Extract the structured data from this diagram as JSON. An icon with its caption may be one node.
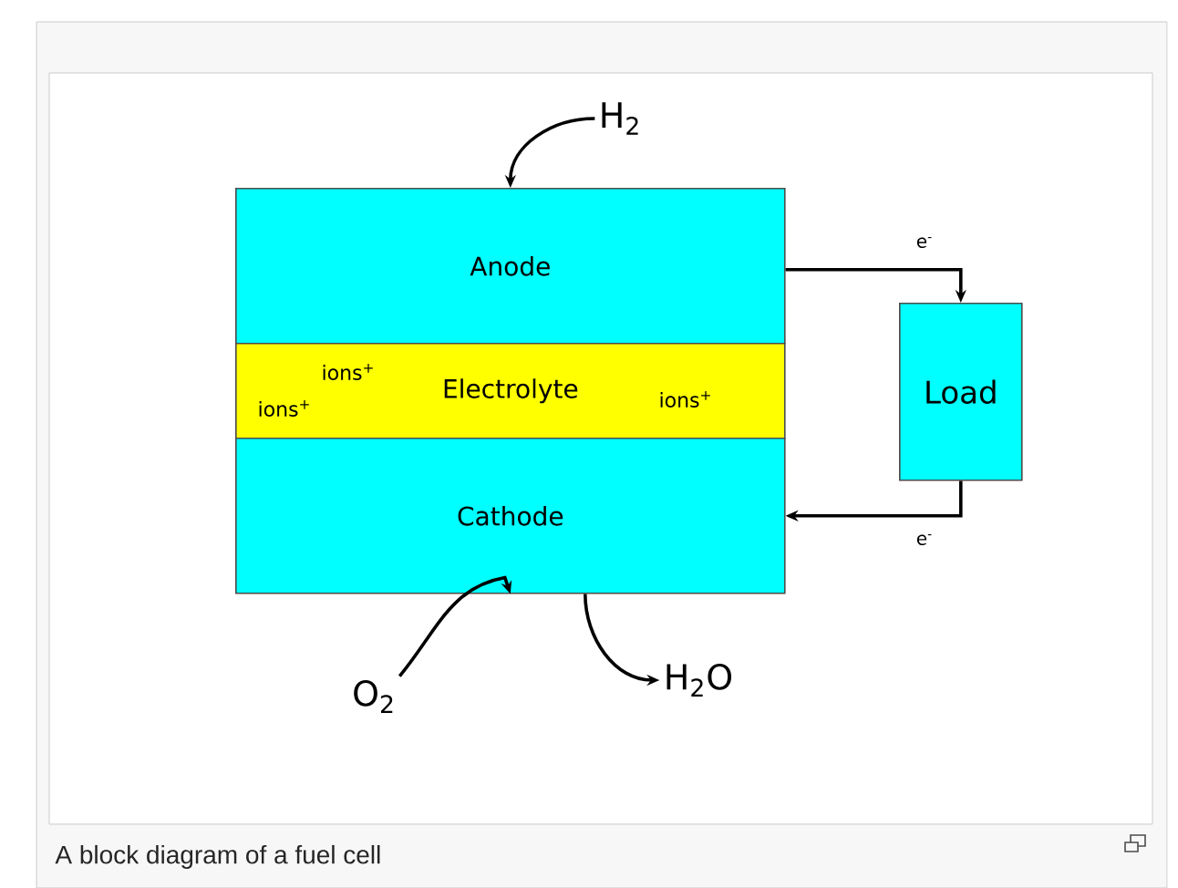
{
  "diagram": {
    "caption": "A block diagram of a fuel cell",
    "nodes": [
      {
        "text": [
          "Anode"
        ]
      },
      {
        "text": [
          "ions$^{+}$",
          "Electrolyte",
          "ions$^{+}$",
          "ions$^{+}$"
        ]
      },
      {
        "text": [
          "Cathode"
        ]
      },
      {
        "text": [
          "Load"
        ]
      },
      {
        "text": [
          "H$_{2}$"
        ]
      },
      {
        "text": [
          "O$_{2}$"
        ]
      },
      {
        "text": [
          "H$_{2}$O"
        ]
      }
    ],
    "edges": [
      {
        "from": 4,
        "to": 0,
        "arrow": "to"
      },
      {
        "from": 0,
        "to": 3,
        "arrow": "to",
        "label": "e$^{-}$"
      },
      {
        "from": 3,
        "to": 2,
        "arrow": "to",
        "label": "e$^{-}$"
      },
      {
        "from": 5,
        "to": 2,
        "arrow": "to"
      },
      {
        "from": 2,
        "to": 6,
        "arrow": "to"
      }
    ]
  }
}
